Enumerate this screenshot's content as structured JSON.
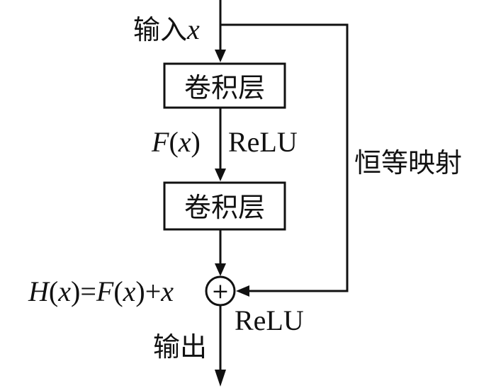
{
  "input": {
    "label": "输入",
    "var": "x"
  },
  "conv1": {
    "label": "卷积层"
  },
  "fx": {
    "fn": "F",
    "arg": "x",
    "open": "(",
    "close": ")",
    "activation": "ReLU"
  },
  "conv2": {
    "label": "卷积层"
  },
  "identity": {
    "label": "恒等映射"
  },
  "sum": {
    "h": "H",
    "x1": "x",
    "eq": "=",
    "f": "F",
    "x2": "x",
    "plus": "+",
    "x3": "x",
    "open": "(",
    "close": ")",
    "node": "+",
    "activation": "ReLU"
  },
  "output": {
    "label": "输出"
  }
}
